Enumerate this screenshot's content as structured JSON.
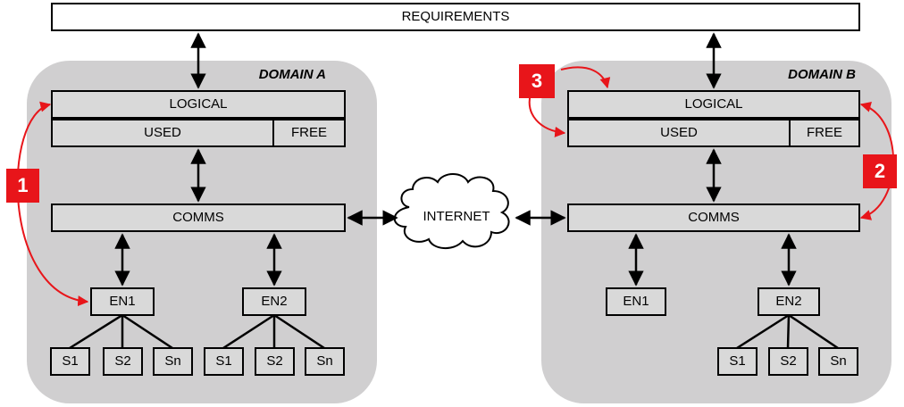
{
  "requirements": {
    "label": "REQUIREMENTS"
  },
  "domain_a": {
    "title": "DOMAIN A",
    "logical": "LOGICAL",
    "used": "USED",
    "free": "FREE",
    "comms": "COMMS",
    "en1": "EN1",
    "en2": "EN2",
    "en1_sensors": [
      "S1",
      "S2",
      "Sn"
    ],
    "en2_sensors": [
      "S1",
      "S2",
      "Sn"
    ]
  },
  "internet": {
    "label": "INTERNET"
  },
  "domain_b": {
    "title": "DOMAIN B",
    "logical": "LOGICAL",
    "used": "USED",
    "free": "FREE",
    "comms": "COMMS",
    "en1": "EN1",
    "en2": "EN2",
    "en2_sensors": [
      "S1",
      "S2",
      "Sn"
    ]
  },
  "badges": [
    "1",
    "2",
    "3"
  ],
  "colors": {
    "accent_red": "#e8151a",
    "domain_background": "#d0cfd0",
    "box_fill": "#d9d9d9"
  }
}
